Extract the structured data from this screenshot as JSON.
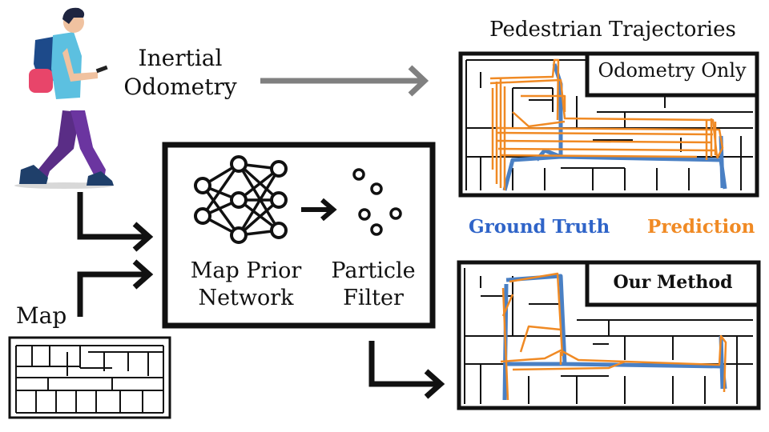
{
  "labels": {
    "inertial_line1": "Inertial",
    "inertial_line2": "Odometry",
    "map": "Map",
    "pedestrian_trajectories": "Pedestrian Trajectories",
    "odometry_only": "Odometry Only",
    "our_method": "Our Method",
    "map_prior_line1": "Map Prior",
    "map_prior_line2": "Network",
    "particle_line1": "Particle",
    "particle_line2": "Filter"
  },
  "legend": {
    "ground_truth": "Ground Truth",
    "prediction": "Prediction"
  },
  "colors": {
    "ground_truth": "#2f64c8",
    "ground_truth_line": "#4a80c4",
    "prediction": "#f08a24",
    "arrow_gray": "#808080",
    "box_border": "#111111"
  },
  "icons": {
    "pedestrian": "walking-person-with-phone-icon",
    "network": "neural-network-icon",
    "particles": "particle-cloud-icon"
  }
}
